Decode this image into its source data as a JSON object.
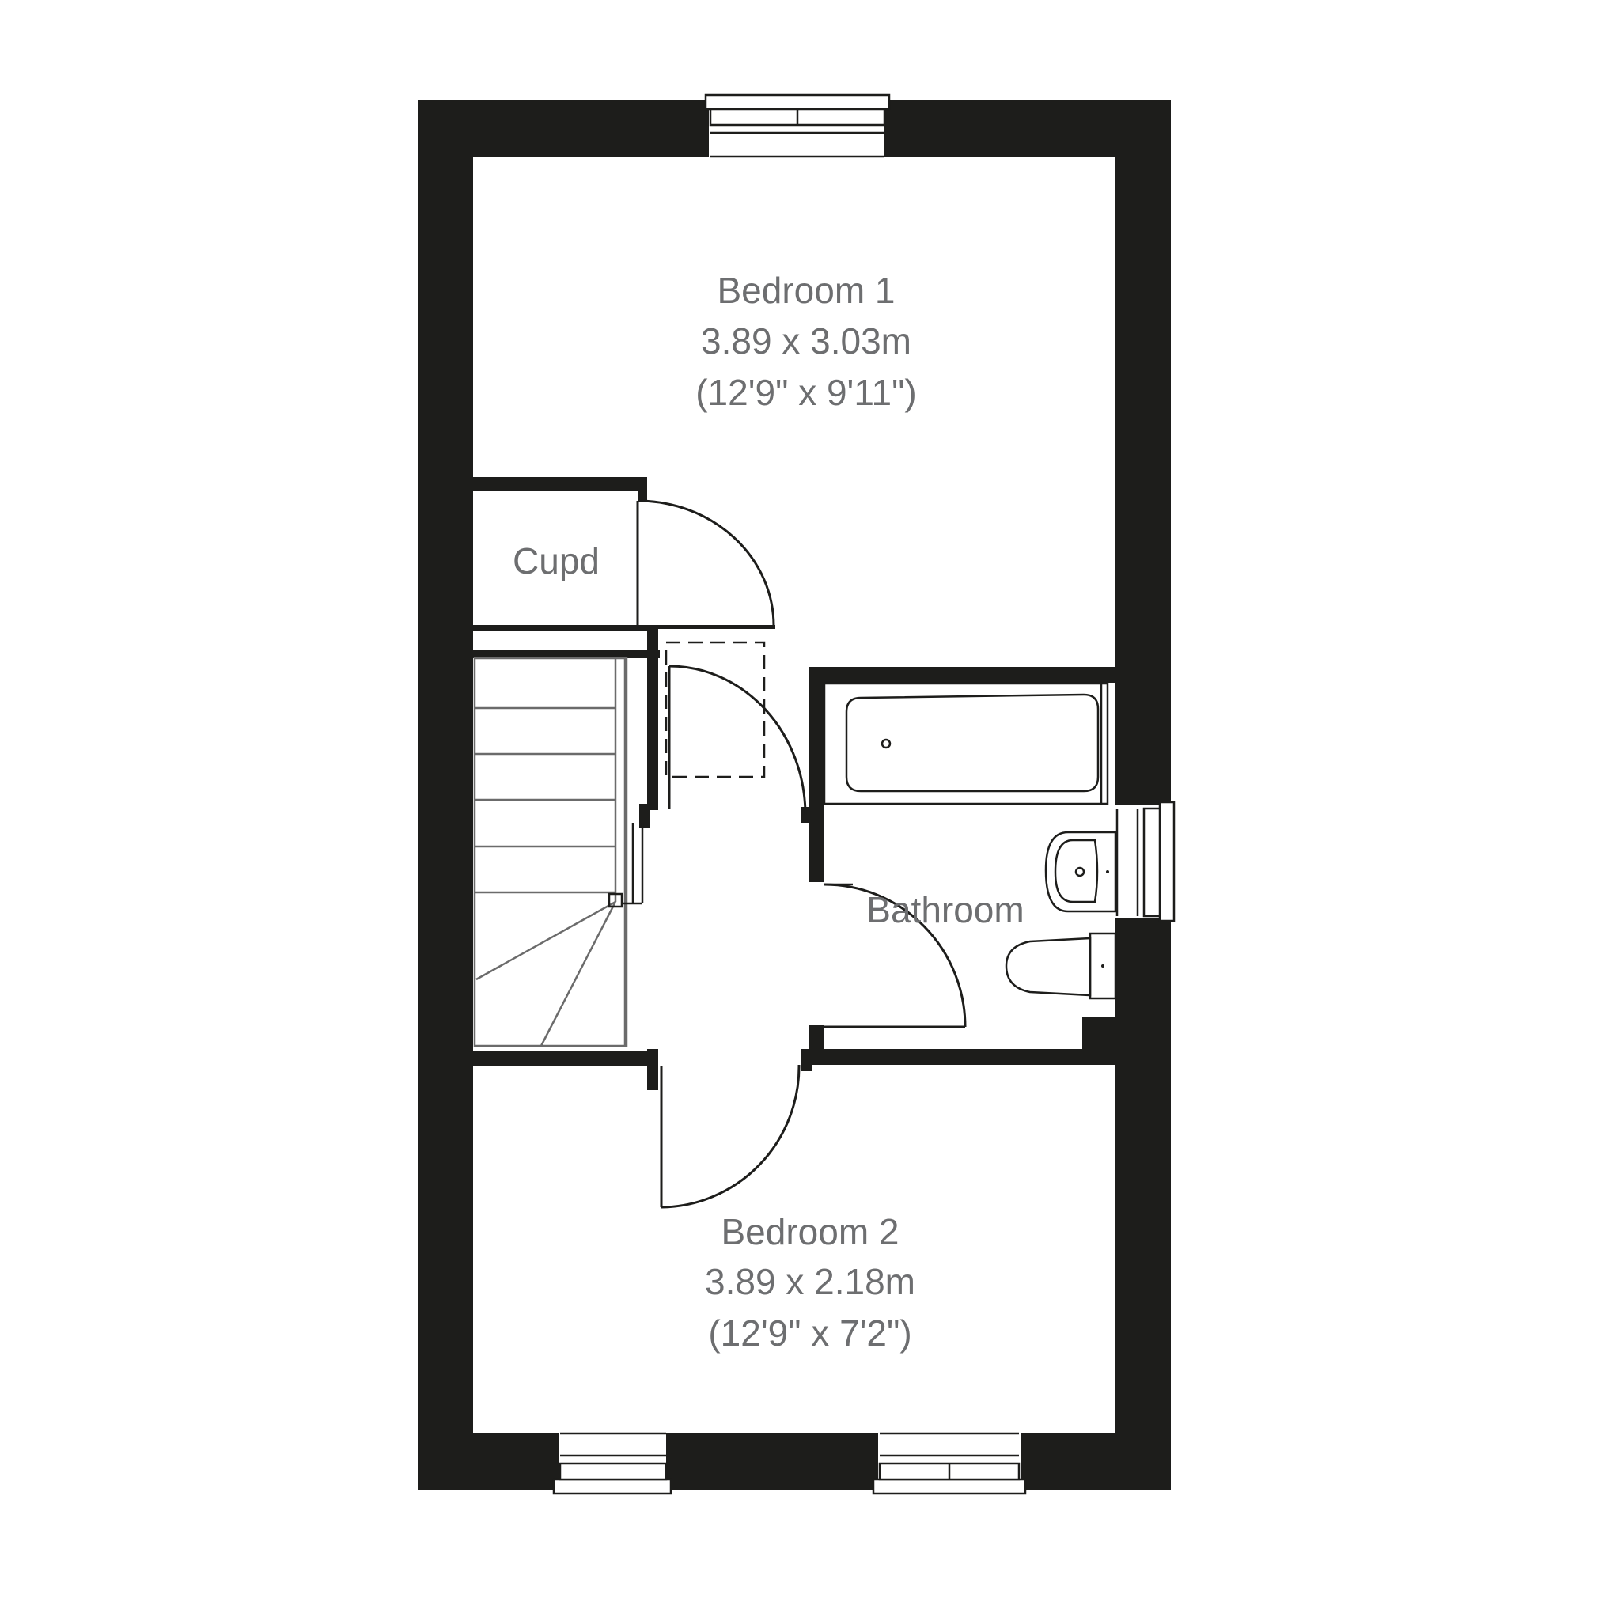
{
  "rooms": {
    "bedroom1": {
      "name": "Bedroom 1",
      "metric": "3.89 x 3.03m",
      "imperial": "(12'9\" x 9'11\")"
    },
    "cupboard": {
      "name": "Cupd"
    },
    "bathroom": {
      "name": "Bathroom"
    },
    "bedroom2": {
      "name": "Bedroom 2",
      "metric": "3.89 x 2.18m",
      "imperial": "(12'9\" x 7'2\")"
    }
  }
}
